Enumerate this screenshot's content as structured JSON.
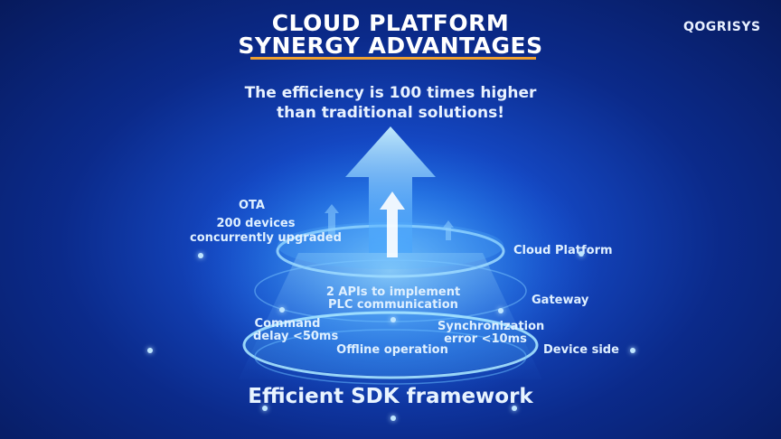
{
  "header": {
    "title_line1": "CLOUD PLATFORM",
    "title_line2": "SYNERGY ADVANTAGES",
    "brand": "QOGRISYS",
    "accent_color": "#f0a030"
  },
  "headline": {
    "line1": "The efficiency is 100 times higher",
    "line2": "than traditional solutions!"
  },
  "labels": {
    "ota_title": "OTA",
    "ota_line1": "200 devices",
    "ota_line2": "concurrently upgraded",
    "cloud_platform": "Cloud Platform",
    "gateway": "Gateway",
    "device_side": "Device side",
    "apis_line1": "2 APIs to implement",
    "apis_line2": "PLC communication",
    "command_line1": "Command",
    "command_line2": "delay <50ms",
    "sync_line1": "Synchronization",
    "sync_line2": "error <10ms",
    "offline": "Offline operation"
  },
  "footer": {
    "sdk": "Efficient SDK framework"
  },
  "icons": [
    "big-up-arrow-icon",
    "small-up-arrow-icon"
  ]
}
